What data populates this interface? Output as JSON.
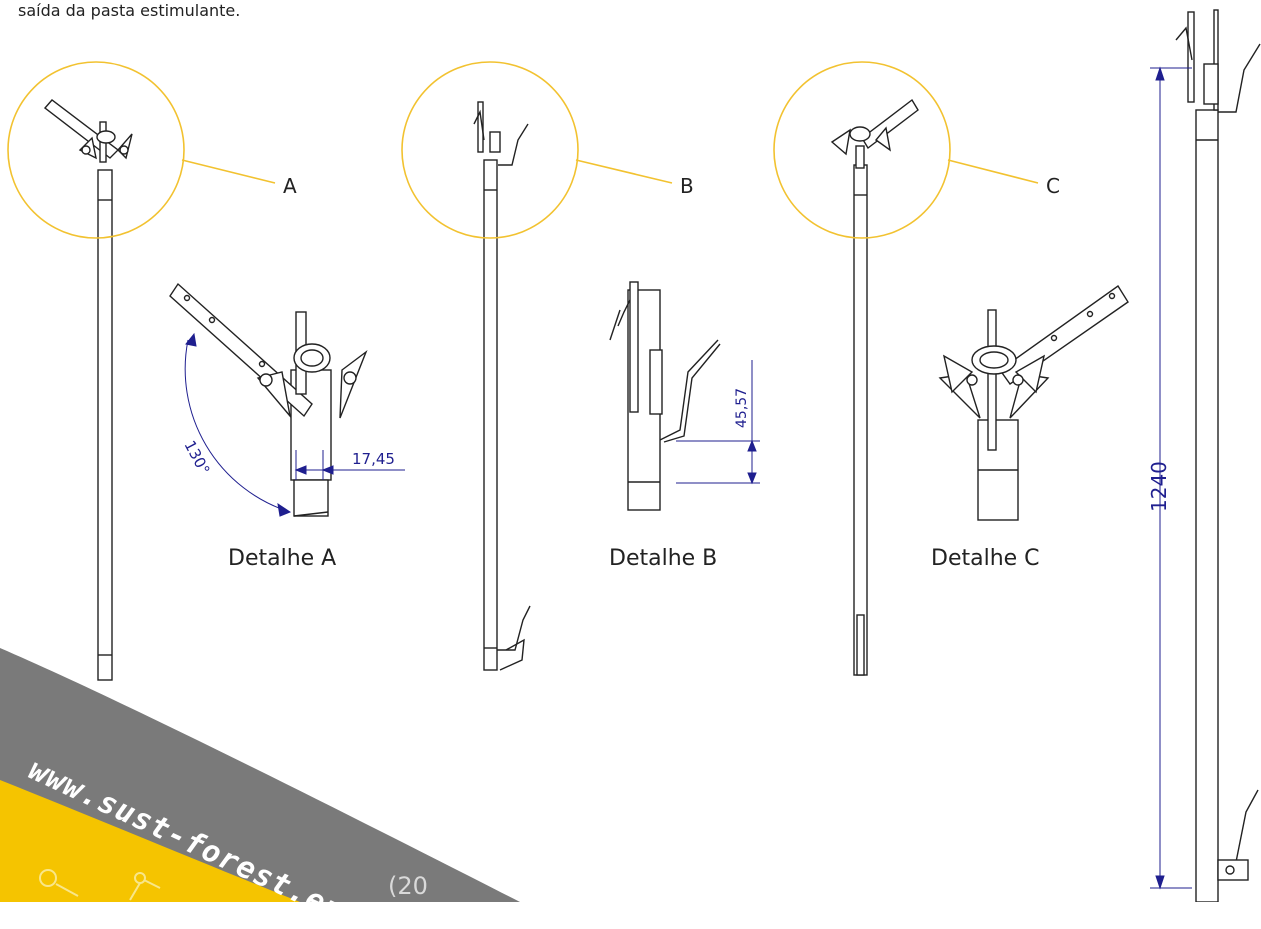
{
  "header": {
    "text": "saída da pasta estimulante."
  },
  "callouts": {
    "a": "A",
    "b": "B",
    "c": "C"
  },
  "details": {
    "a": {
      "caption": "Detalhe A",
      "angle": "130°",
      "width": "17,45"
    },
    "b": {
      "caption": "Detalhe B",
      "height": "45,57"
    },
    "c": {
      "caption": "Detalhe C"
    }
  },
  "overall": {
    "length": "1240"
  },
  "footer": {
    "url": "www.sust-forest.eu",
    "faded": "(20"
  },
  "colors": {
    "callout_circle": "#f2c230",
    "dimension": "#1f1f8f",
    "banner_gray": "#7a7a7a",
    "banner_yellow": "#f5c400",
    "line": "#222222"
  }
}
